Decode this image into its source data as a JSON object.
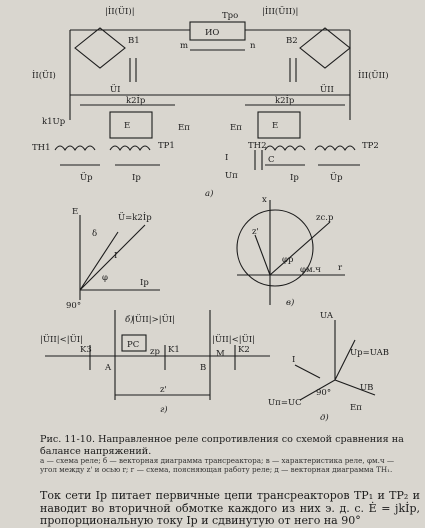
{
  "figure": {
    "top_labels": {
      "u1_label": "|İI(ÜI)|",
      "u2_label": "|İII(ÜII)|",
      "io": "ИО",
      "tro": "Тро",
      "m": "m",
      "n": "n",
      "v1": "В1",
      "v2": "В2",
      "ri1": "ТР1",
      "ri2": "ТР2",
      "i1": "İI(ÜI)",
      "i2": "İII(ÜII)",
      "ui": "ÜI",
      "uii": "ÜII",
      "k2ip_left": "k2İр",
      "k2ip_right": "k2İр",
      "e_left": "Е",
      "e_right": "Е",
      "en_left": "Еп",
      "en_right": "Еп",
      "kuup": "k1Uр",
      "th1": "TH1",
      "th2": "TH2",
      "tp1": "ТР1",
      "tp2": "ТР2",
      "up": "Üр",
      "ip": "Iр",
      "un": "Uп",
      "i_small": "I",
      "c": "C",
      "sub_a": "а)"
    },
    "vector_b": {
      "E": "E",
      "eq": "Ü=k2İр",
      "delta": "δ",
      "I": "I",
      "phi": "φ",
      "ip": "Iр",
      "deg90": "90°",
      "label": "б)"
    },
    "vector_v": {
      "x": "x",
      "zsr": "zс.р",
      "zprime": "z'",
      "phip": "φр",
      "phimch": "φм.ч",
      "r": "r",
      "label": "в)"
    },
    "line_g": {
      "cond_center": "|ÜII|>|ÜI|",
      "cond_left": "|ÜII|<|ÜI|",
      "cond_right": "|ÜII|<|ÜI|",
      "pc": "РС",
      "zp": "zр",
      "k3": "K3",
      "k1": "K1",
      "k2": "K2",
      "a": "A",
      "b": "B",
      "m": "M",
      "zprime": "z'",
      "label": "г)"
    },
    "vector_d": {
      "ua": "UA",
      "uab": "Uр=UAB",
      "ub": "UB",
      "i": "I",
      "deg90": "90°",
      "un": "Uп=UC",
      "en": "Eп",
      "label": "д)"
    }
  },
  "caption": "Рис. 11-10. Направленное реле сопротивления со схемой сравнения на балансе напряжений.",
  "legend": "а — схема реле; б — векторная диаграмма трансреактора; в — характеристика реле, φм.ч — угол между z' и осью r; г — схема, поясняющая работу реле; д — векторная диаграмма TH₁.",
  "body_text": "Ток сети Iр питает первичные цепи трансреакторов TP₁ и TP₂ и наводит во вторичной обмотке каждого из них э. д. с. Ė = jkİр, пропорциональную току Iр и сдвинутую от него на 90°"
}
